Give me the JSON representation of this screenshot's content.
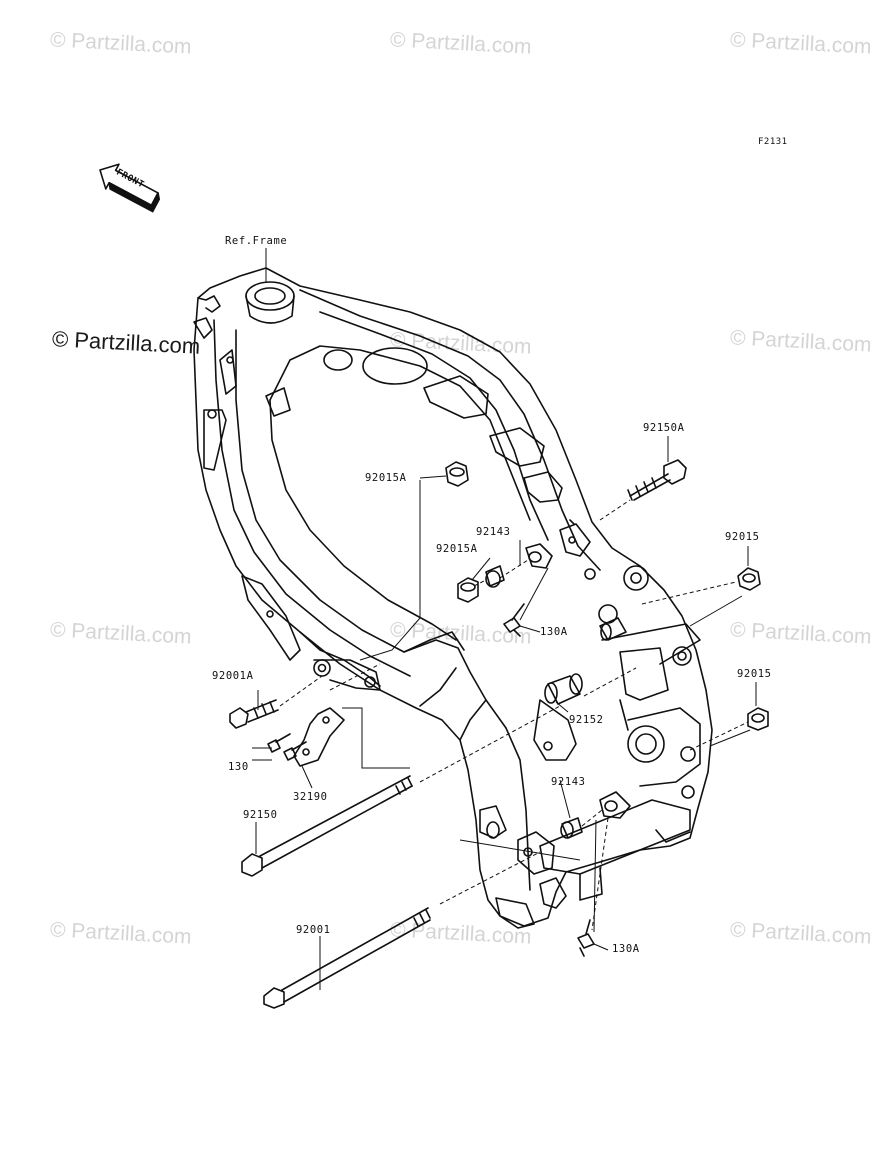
{
  "watermark": "© Partzilla.com",
  "figure_code": "F2131",
  "front_label": "FRONT",
  "labels": {
    "ref_frame": "Ref.Frame",
    "p92150A": "92150A",
    "p92015A_top": "92015A",
    "p92143_top": "92143",
    "p92015A_mid": "92015A",
    "p92015_top": "92015",
    "p130A_top": "130A",
    "p92001A": "92001A",
    "p92015_mid": "92015",
    "p92152": "92152",
    "p130": "130",
    "p32190": "32190",
    "p92143_bot": "92143",
    "p92150": "92150",
    "p92001": "92001",
    "p130A_bot": "130A"
  }
}
